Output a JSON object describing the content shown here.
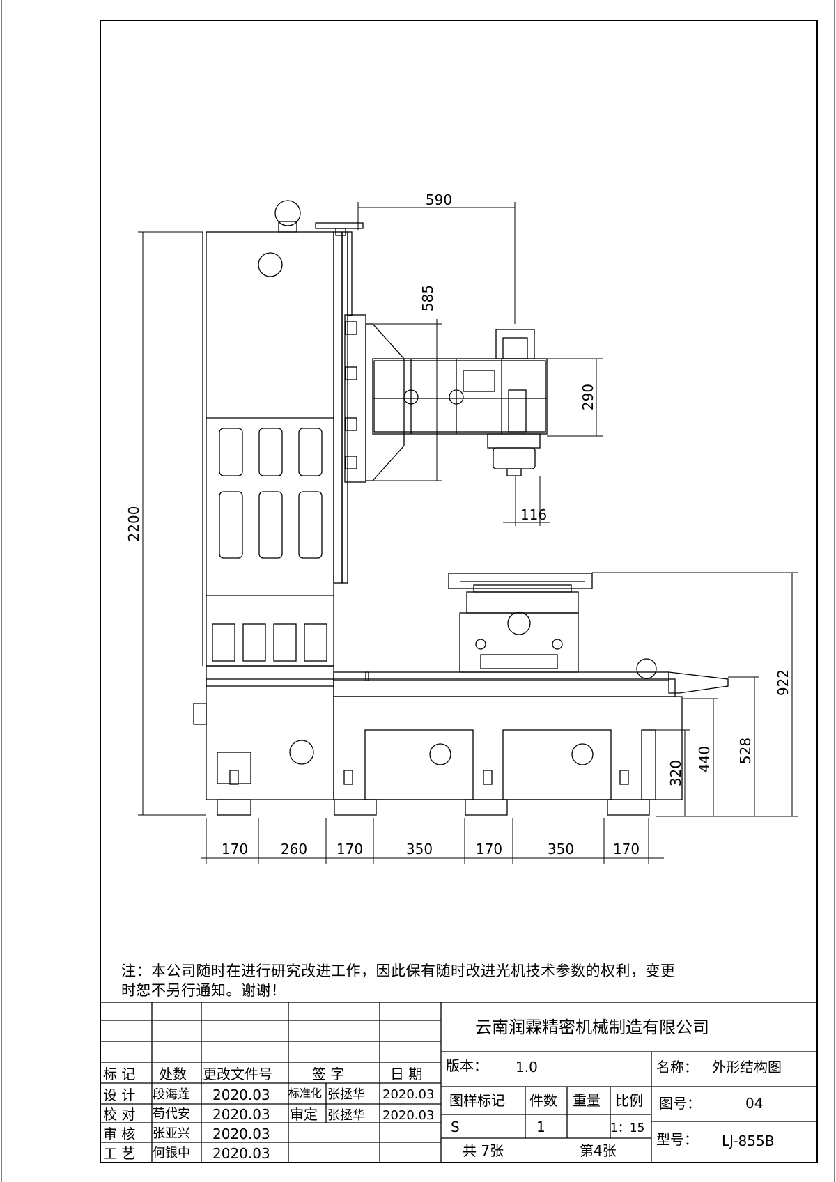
{
  "drawing": {
    "dimensions": {
      "top_width": "590",
      "column_depth": "585",
      "head_height": "290",
      "spindle_offset": "116",
      "total_height": "2200",
      "table_height": "922",
      "base_528": "528",
      "base_440": "440",
      "base_320": "320",
      "foot_1": "170",
      "foot_2": "260",
      "foot_3": "170",
      "foot_4": "350",
      "foot_5": "170",
      "foot_6": "350",
      "foot_7": "170"
    }
  },
  "note": {
    "line1": "注：本公司随时在进行研究改进工作，因此保有随时改进光机技术参数的权利，变更",
    "line2": "时恕不另行通知。谢谢！"
  },
  "title_block": {
    "company": "云南润霖精密机械制造有限公司",
    "version_label": "版本：",
    "version_value": "1.0",
    "name_label": "名称：",
    "name_value": "外形结构图",
    "drawing_no_label": "图号：",
    "drawing_no_value": "04",
    "model_label": "型号：",
    "model_value": "LJ-855B",
    "headers": {
      "mark": "标 记",
      "place_count": "处数",
      "change_doc": "更改文件号",
      "signature": "签  字",
      "date": "日  期"
    },
    "sample_mark": "图样标记",
    "piece_count": "件数",
    "weight": "重量",
    "scale": "比例",
    "sample_value": "S",
    "piece_value": "1",
    "scale_value": "1：15",
    "total_sheets": "共 7张",
    "sheet_no": "第4张",
    "roles": [
      {
        "role": "设 计",
        "name": "段海莲",
        "date": "2020.03"
      },
      {
        "role": "校 对",
        "name": "苟代安",
        "date": "2020.03"
      },
      {
        "role": "审 核",
        "name": "张亚兴",
        "date": "2020.03"
      },
      {
        "role": "工 艺",
        "name": "何银中",
        "date": "2020.03"
      }
    ],
    "approvals": [
      {
        "role": "标准化",
        "name": "张拯华",
        "date": "2020.03"
      },
      {
        "role": "审定",
        "name": "张拯华",
        "date": "2020.03"
      }
    ]
  }
}
